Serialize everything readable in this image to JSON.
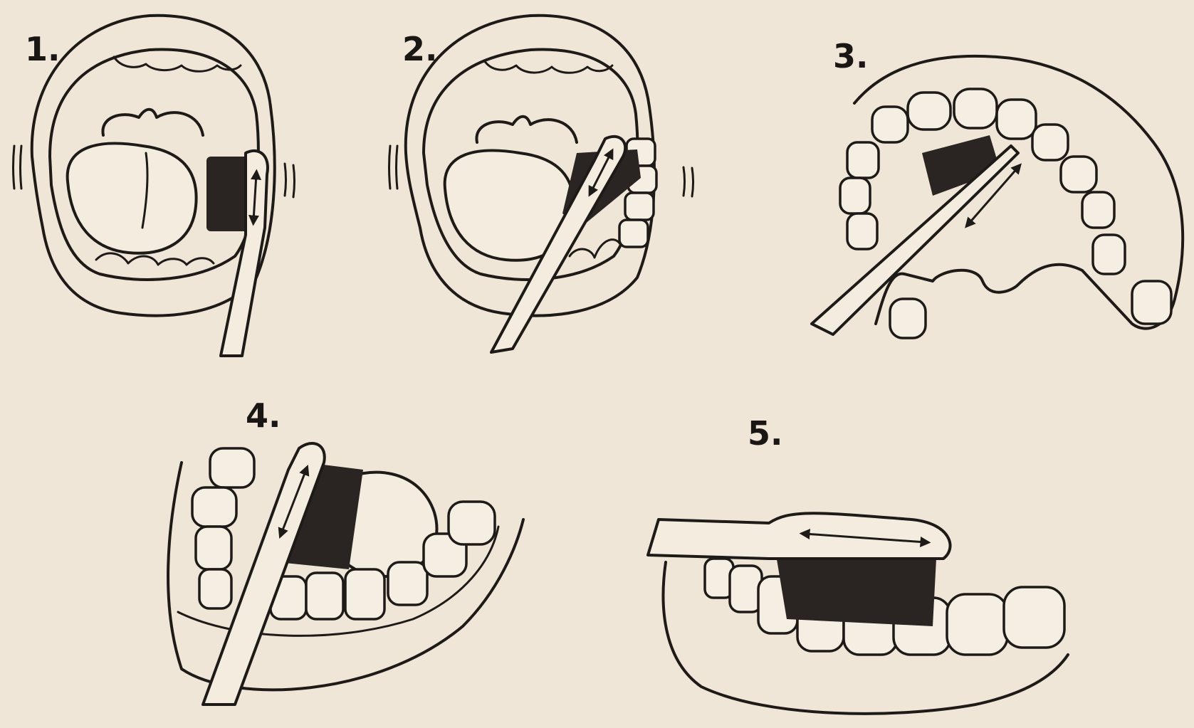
{
  "steps": [
    {
      "number": "1."
    },
    {
      "number": "2."
    },
    {
      "number": "3."
    },
    {
      "number": "4."
    },
    {
      "number": "5."
    }
  ],
  "colors": {
    "paper": "#efe6d8",
    "ink": "#1e1a17"
  }
}
